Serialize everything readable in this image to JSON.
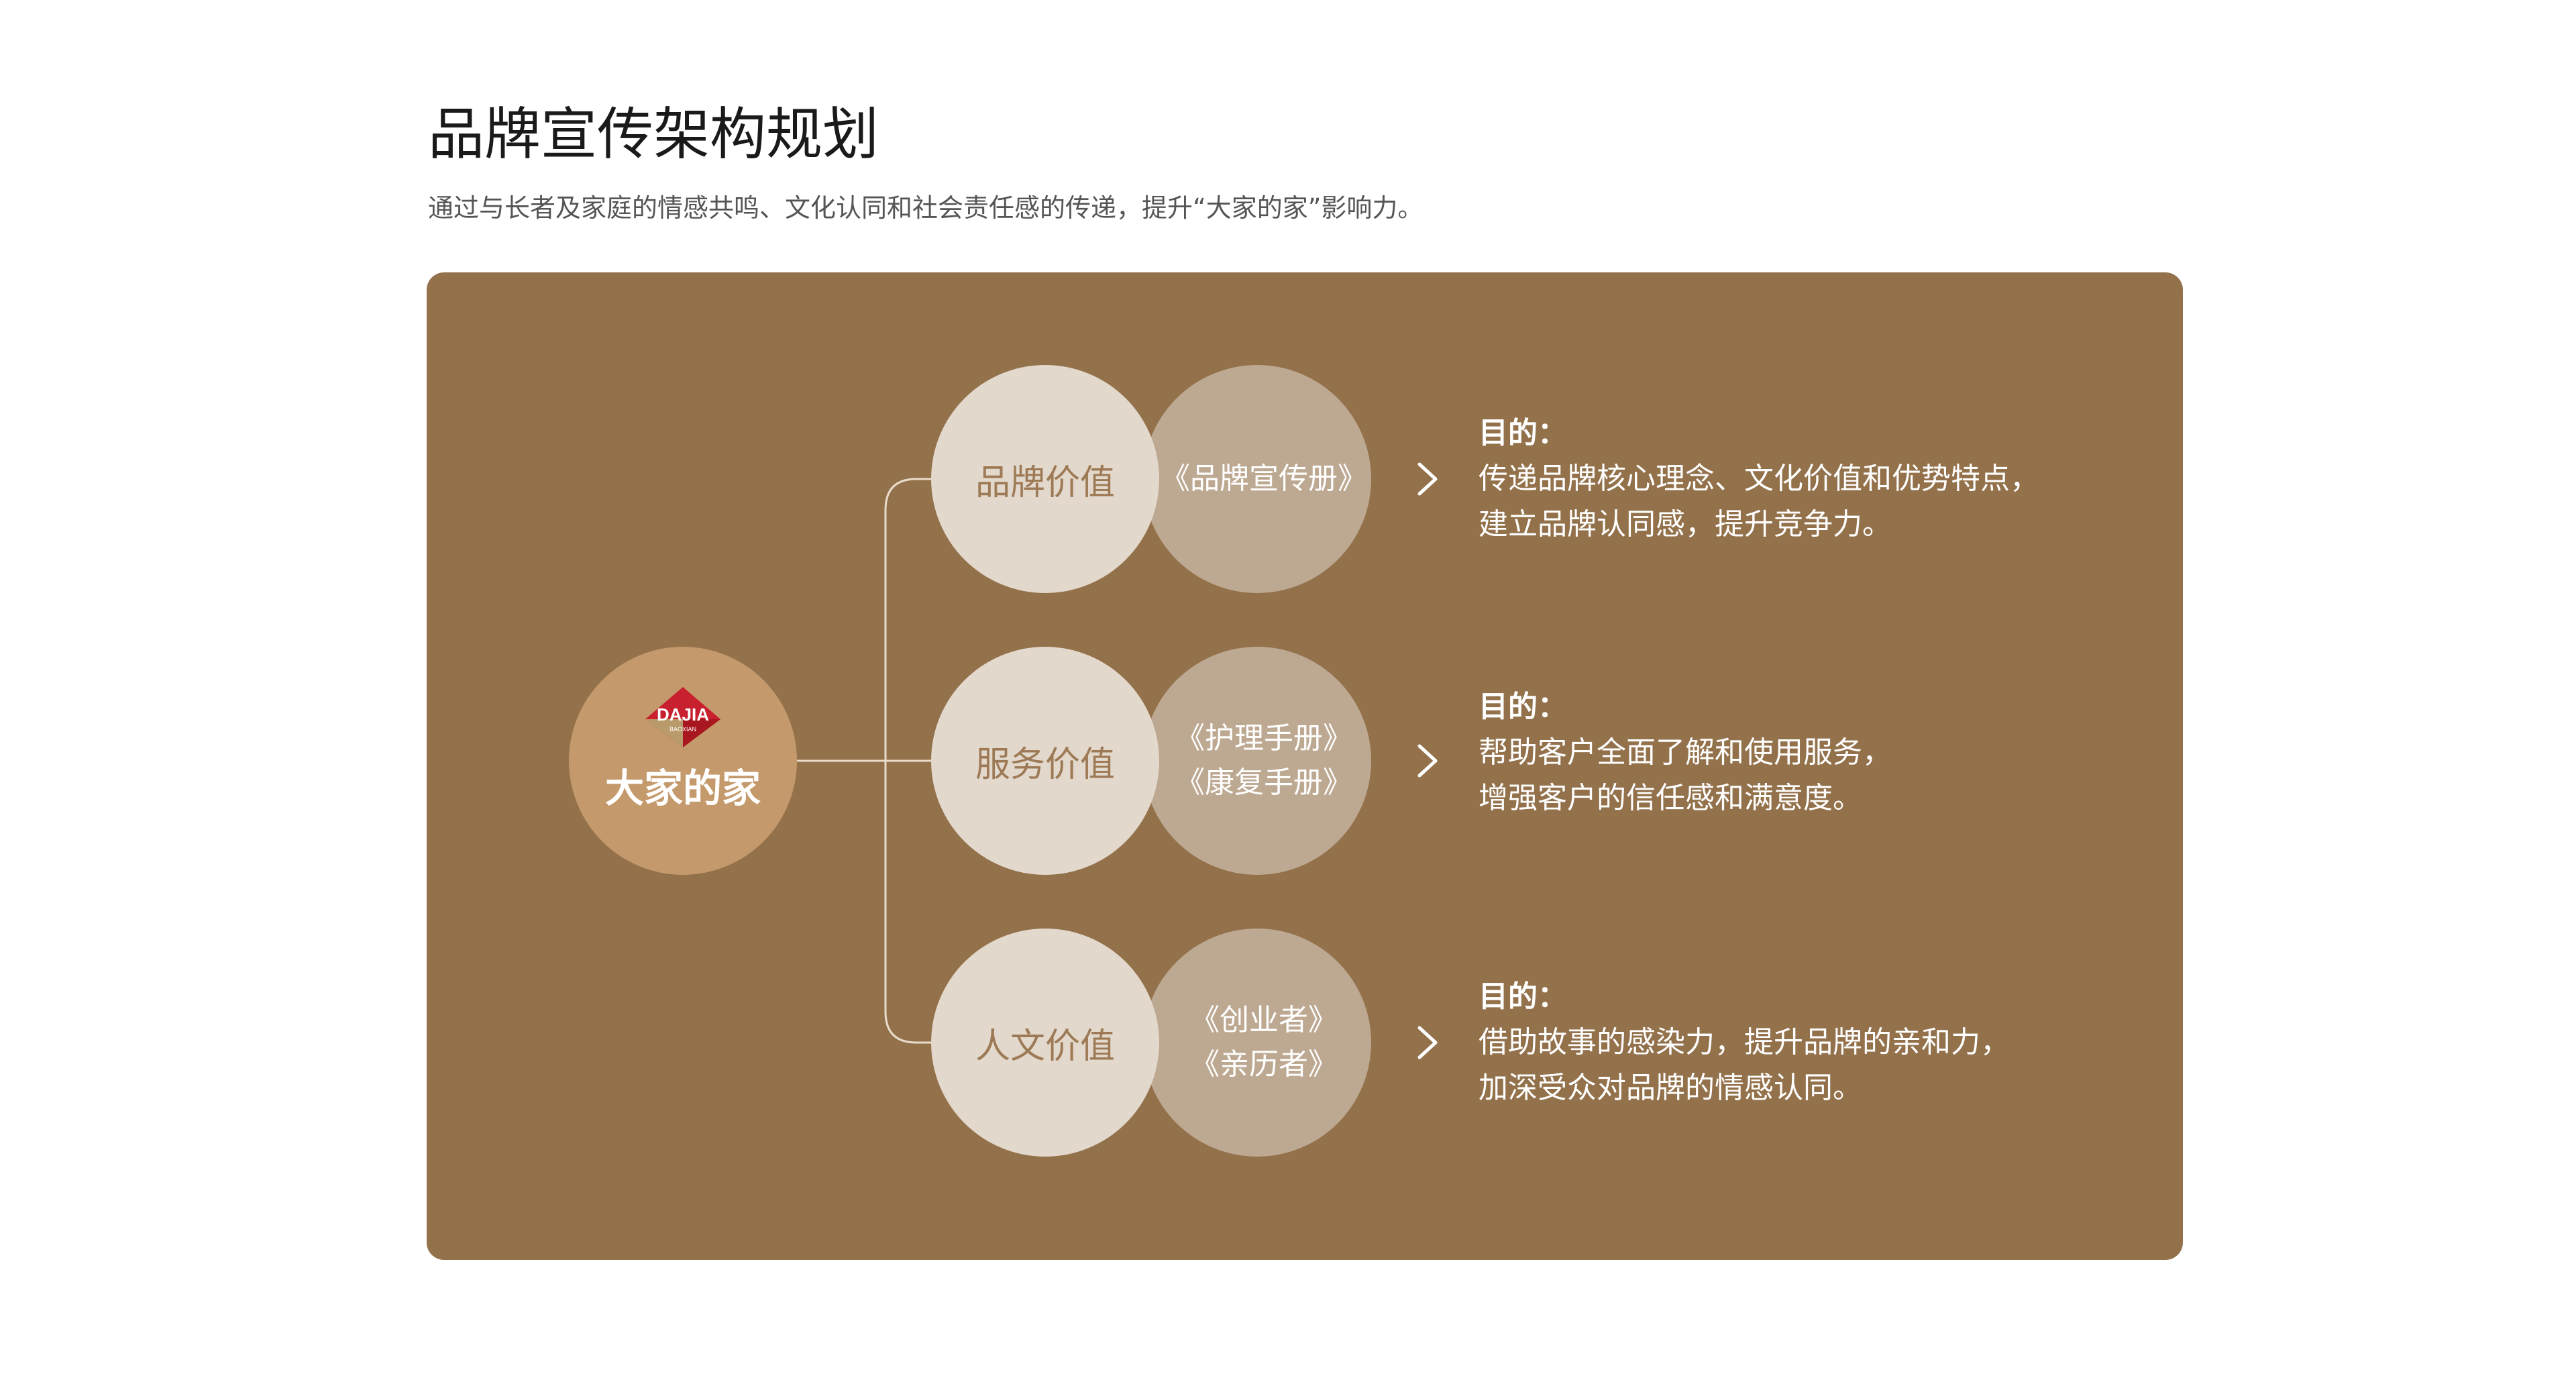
{
  "header": {
    "title": "品牌宣传架构规划",
    "subtitle": "通过与长者及家庭的情感共鸣、文化认同和社会责任感的传递，提升“大家的家”影响力。"
  },
  "hub": {
    "label": "大家的家",
    "logo_text": "DAJIA",
    "logo_subtext": "BAOXIAN",
    "logo_icon": "dajia-logo"
  },
  "branches": [
    {
      "value": "品牌价值",
      "booklets": [
        "《品牌宣传册》"
      ],
      "purpose_heading": "目的：",
      "purpose_lines": [
        "传递品牌核心理念、文化价值和优势特点，",
        "建立品牌认同感，提升竞争力。"
      ]
    },
    {
      "value": "服务价值",
      "booklets": [
        "《护理手册》",
        "《康复手册》"
      ],
      "purpose_heading": "目的：",
      "purpose_lines": [
        "帮助客户全面了解和使用服务，",
        "增强客户的信任感和满意度。"
      ]
    },
    {
      "value": "人文价值",
      "booklets": [
        "《创业者》",
        "《亲历者》"
      ],
      "purpose_heading": "目的：",
      "purpose_lines": [
        "借助故事的感染力，提升品牌的亲和力，",
        "加深受众对品牌的情感认同。"
      ]
    }
  ],
  "colors": {
    "panel": "#93714b",
    "hub": "#c4996b",
    "value_circle": "#e2d8cc",
    "booklet_circle": "#bda891",
    "value_text": "#9d7a55",
    "connector": "#e9dccb"
  }
}
